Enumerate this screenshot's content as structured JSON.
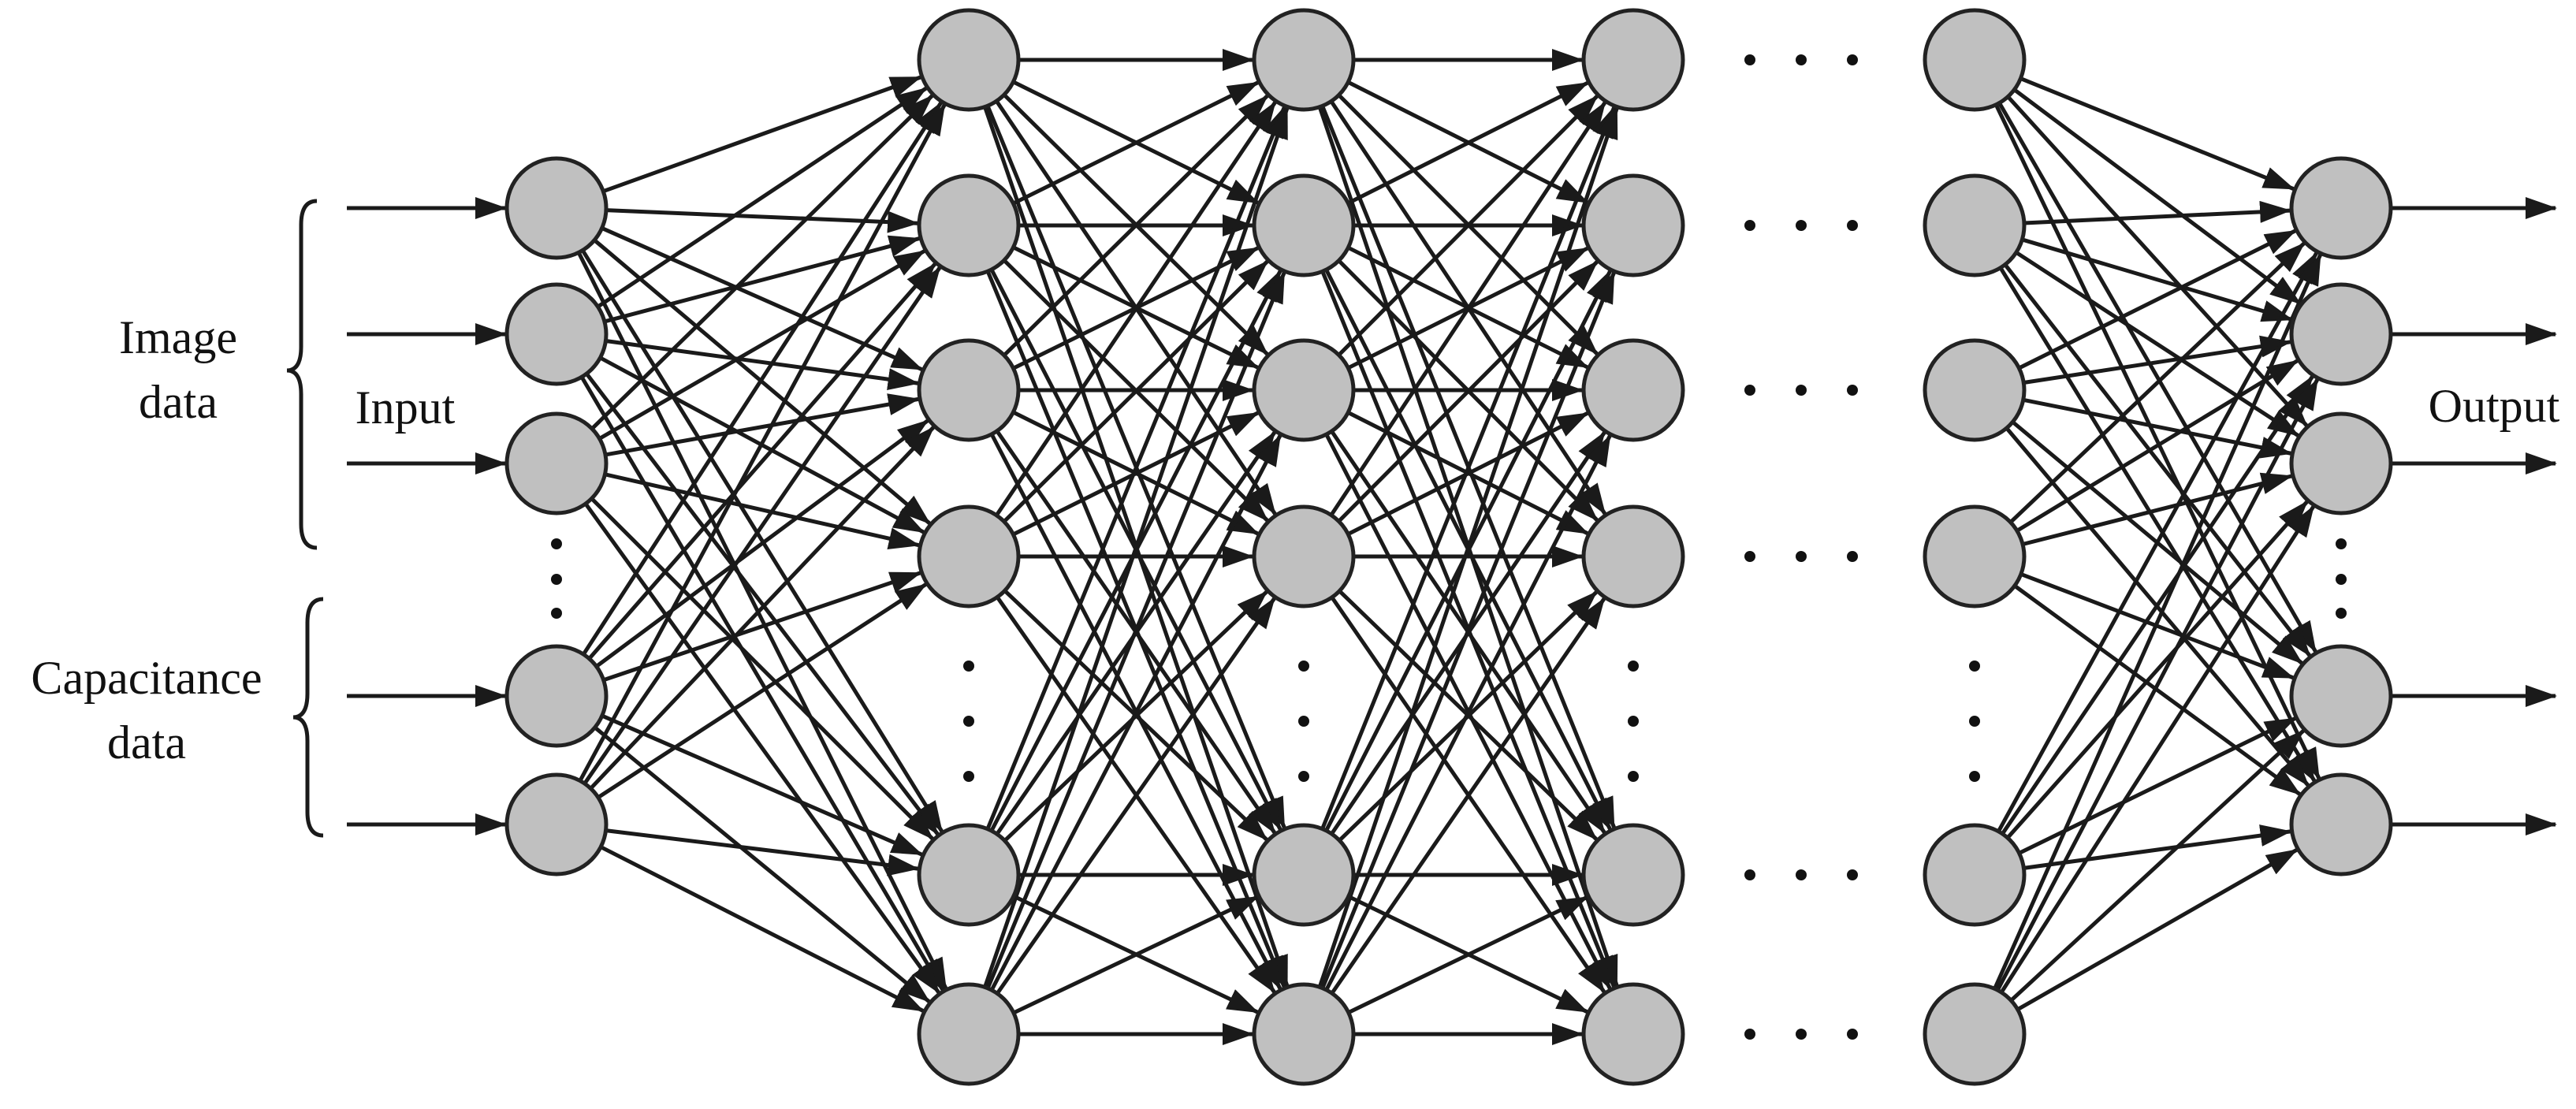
{
  "labels": {
    "image_group_line1": "Image",
    "image_group_line2": "data",
    "input": "Input",
    "capacitance_group_line1": "Capacitance",
    "capacitance_group_line2": "data",
    "output": "Output"
  },
  "colors": {
    "node_fill": "#c0c0c0",
    "node_stroke": "#222222",
    "edge": "#1a1a1a"
  },
  "network": {
    "input_nodes_shown": 5,
    "hidden_layers_shown": 4,
    "hidden_nodes_shown_per_layer": 6,
    "output_nodes_shown": 5,
    "input_groups": [
      {
        "name_line1": "Image",
        "name_line2": "data",
        "inputs": 3
      },
      {
        "name_line1": "Capacitance",
        "name_line2": "data",
        "inputs": 2
      }
    ]
  }
}
